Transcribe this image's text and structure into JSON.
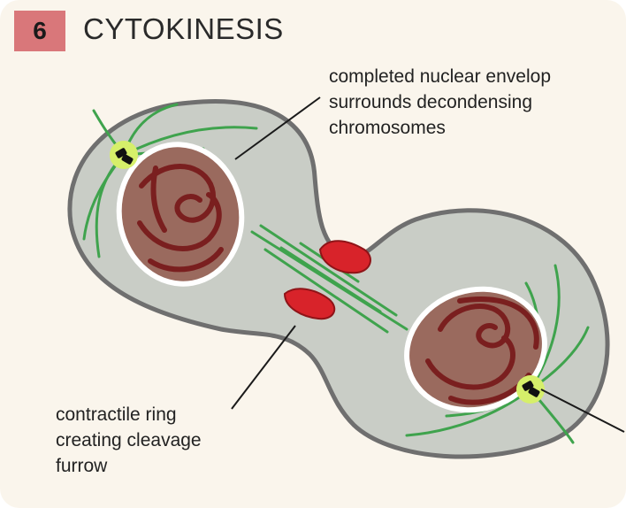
{
  "step": {
    "number": "6",
    "title": "CYTOKINESIS"
  },
  "labels": {
    "nuclear_envelope": [
      "completed nuclear envelop",
      "surrounds decondensing",
      "chromosomes"
    ],
    "contractile_ring": [
      "contractile ring",
      "creating cleavage",
      "furrow"
    ]
  },
  "colors": {
    "background": "#faf5ec",
    "badge": "#d9777a",
    "cytoplasm": "#c9cdc6",
    "membrane": "#6f6f6f",
    "nucleus": "#9a6a5e",
    "chromosome": "#7a1f1f",
    "spindle": "#3fa34d",
    "centrosome": "#d6ef6a",
    "contractile_ring": "#d8232a"
  }
}
